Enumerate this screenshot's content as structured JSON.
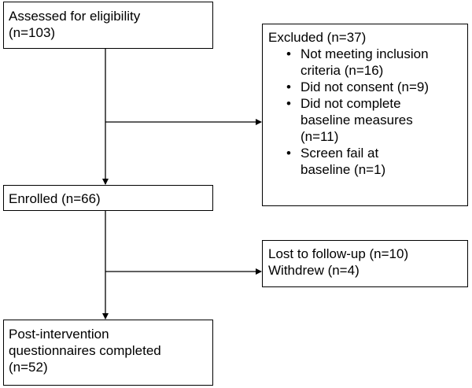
{
  "assessed": {
    "line1": "Assessed for eligibility",
    "line2": "(n=103)"
  },
  "excluded": {
    "title": "Excluded (n=37)",
    "bullet_glyph": "•",
    "items": [
      {
        "lines": [
          "Not meeting inclusion",
          "criteria (n=16)"
        ]
      },
      {
        "lines": [
          "Did not consent (n=9)"
        ]
      },
      {
        "lines": [
          "Did not complete",
          "baseline measures",
          "(n=11)"
        ]
      },
      {
        "lines": [
          "Screen fail at",
          "baseline (n=1)"
        ]
      }
    ]
  },
  "enrolled": {
    "label": "Enrolled (n=66)"
  },
  "lost": {
    "line1": "Lost to follow-up (n=10)",
    "line2": "Withdrew (n=4)"
  },
  "post": {
    "line1": "Post-intervention",
    "line2": "questionnaires completed",
    "line3": "(n=52)"
  },
  "colors": {
    "stroke": "#000000",
    "background": "#ffffff"
  }
}
